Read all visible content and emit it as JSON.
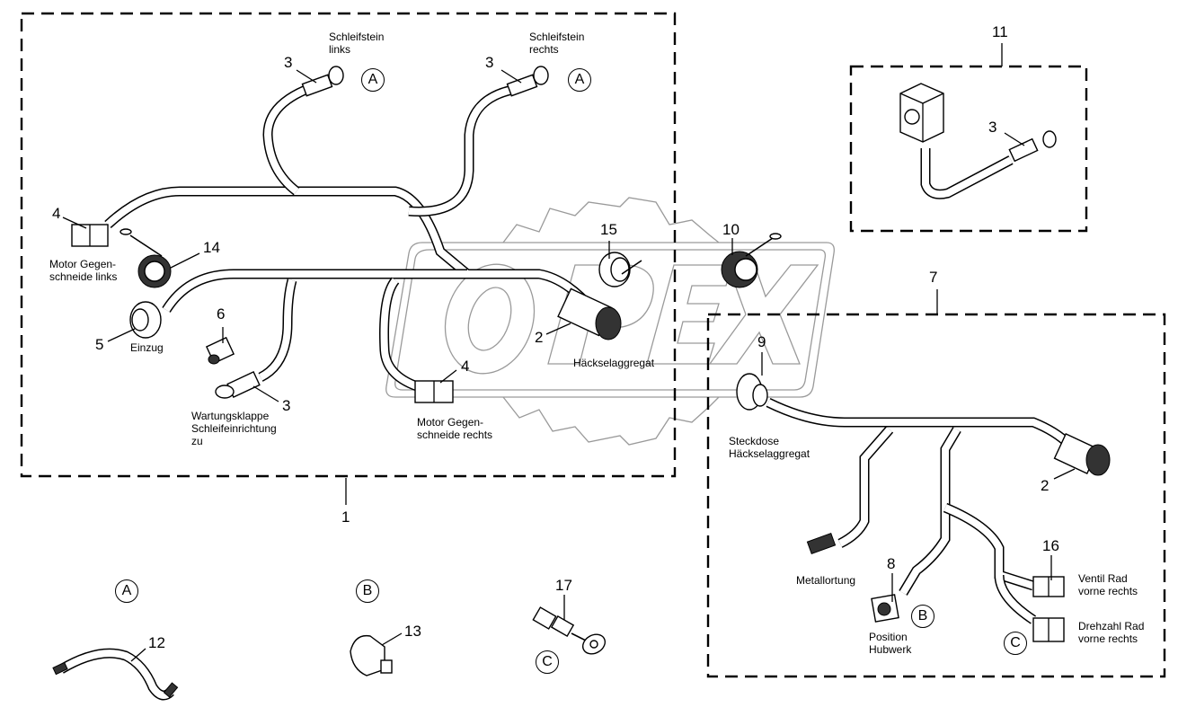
{
  "watermark": {
    "text": "OPEX",
    "color": "#9a9a9a"
  },
  "groups": [
    {
      "id": "1",
      "label": "1"
    },
    {
      "id": "7",
      "label": "7"
    },
    {
      "id": "11",
      "label": "11"
    }
  ],
  "callouts": {
    "c3_links": "3",
    "c3_rechts": "3",
    "c3_group11": "3",
    "c3_wartung": "3",
    "c4_links": "4",
    "c4_rechts": "4",
    "c14": "14",
    "c5": "5",
    "c6": "6",
    "c2_main": "2",
    "c2_group7": "2",
    "c15": "15",
    "c10": "10",
    "c9": "9",
    "c8": "8",
    "c16": "16",
    "c12": "12",
    "c13": "13",
    "c17": "17"
  },
  "labels": {
    "schleifstein_links": "Schleifstein\nlinks",
    "schleifstein_rechts": "Schleifstein\nrechts",
    "motor_links": "Motor Gegen-\nschneide links",
    "einzug": "Einzug",
    "wartungsklappe": "Wartungsklappe\nSchleifeinrichtung\nzu",
    "motor_rechts": "Motor Gegen-\nschneide rechts",
    "haeckselaggregat": "Häckselaggregat",
    "steckdose": "Steckdose\nHäckselaggregat",
    "metallortung": "Metallortung",
    "position_hubwerk": "Position\nHubwerk",
    "ventil_rad": "Ventil Rad\nvorne rechts",
    "drehzahl_rad": "Drehzahl Rad\nvorne rechts"
  },
  "references": {
    "ref_a_links": "A",
    "ref_a_rechts": "A",
    "ref_b_hubwerk": "B",
    "ref_c_drehzahl": "C",
    "detail_a": "A",
    "detail_b": "B",
    "detail_c": "C"
  }
}
